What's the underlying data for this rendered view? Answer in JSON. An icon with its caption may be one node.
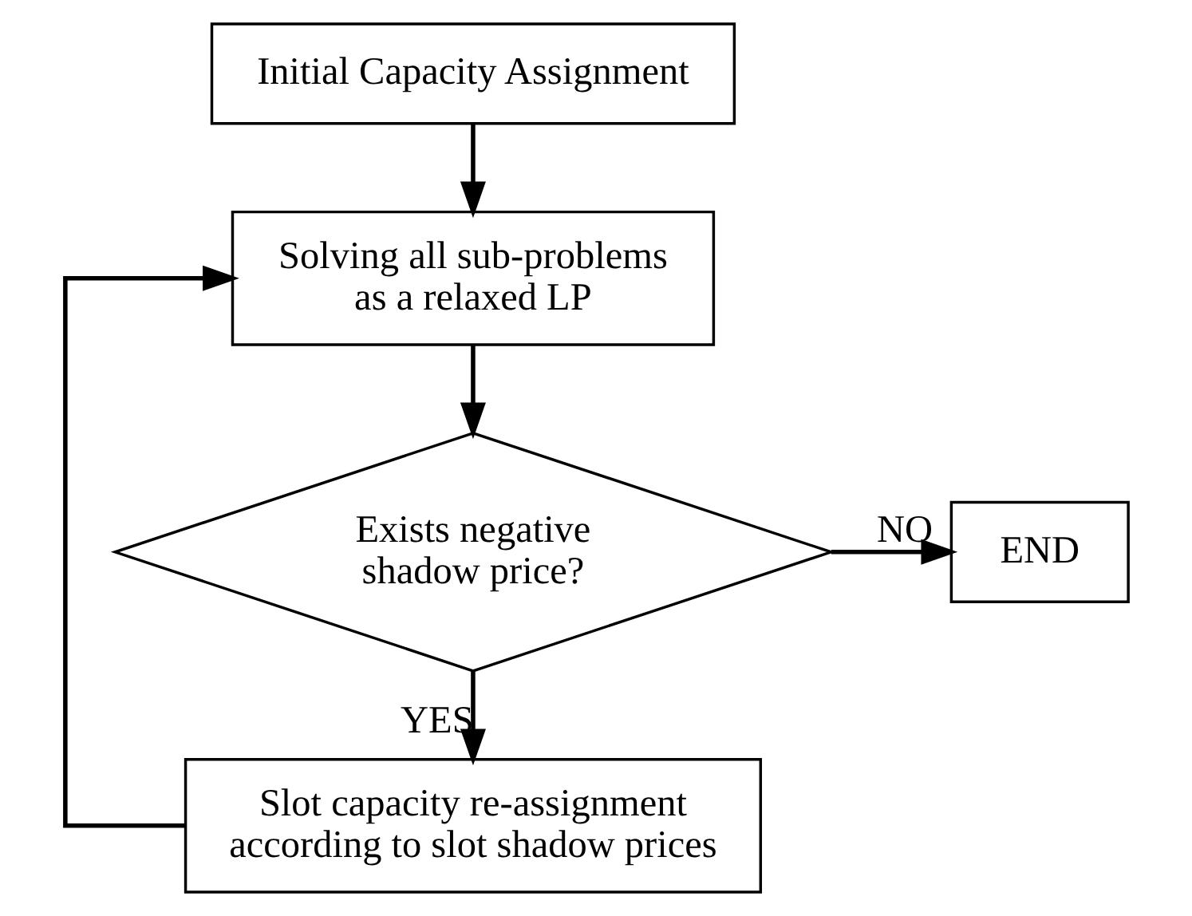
{
  "diagram": {
    "nodes": [
      {
        "text": [
          "Initial Capacity Assignment"
        ]
      },
      {
        "text": [
          "Solving all sub-problems as a relaxed LP"
        ]
      },
      {
        "text": [
          "Exists negative shadow price?"
        ]
      },
      {
        "text": [
          "END"
        ]
      },
      {
        "text": [
          "Slot capacity re-assignment according to slot shadow prices"
        ]
      }
    ],
    "edges": [
      {
        "from": 0,
        "to": 1,
        "arrow": "to"
      },
      {
        "from": 1,
        "to": 2,
        "arrow": "to"
      },
      {
        "from": 2,
        "to": 3,
        "arrow": "to",
        "label": "NO"
      },
      {
        "from": 2,
        "to": 4,
        "arrow": "to",
        "label": "YES"
      },
      {
        "from": 4,
        "to": 1,
        "arrow": "to"
      }
    ]
  }
}
